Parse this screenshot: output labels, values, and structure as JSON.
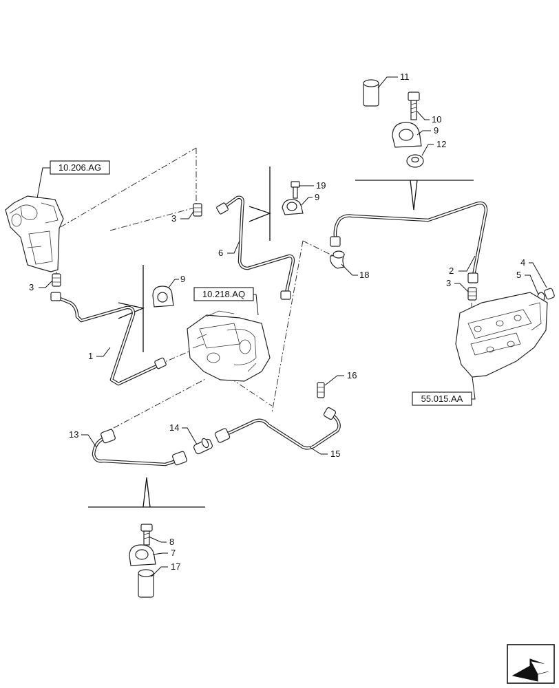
{
  "reference_boxes": [
    {
      "id": "ref-10206",
      "label": "10.206.AG"
    },
    {
      "id": "ref-10218",
      "label": "10.218.AQ"
    },
    {
      "id": "ref-55015",
      "label": "55.015.AA"
    }
  ],
  "callouts": {
    "c1": "1",
    "c2": "2",
    "c3a": "3",
    "c3b": "3",
    "c3c": "3",
    "c4": "4",
    "c5": "5",
    "c6": "6",
    "c7": "7",
    "c8": "8",
    "c9a": "9",
    "c9b": "9",
    "c9c": "9",
    "c10": "10",
    "c11": "11",
    "c12": "12",
    "c13": "13",
    "c14": "14",
    "c15": "15",
    "c16": "16",
    "c17": "17",
    "c18": "18",
    "c19": "19"
  },
  "icons": {
    "nav": "back-arrow-icon"
  }
}
